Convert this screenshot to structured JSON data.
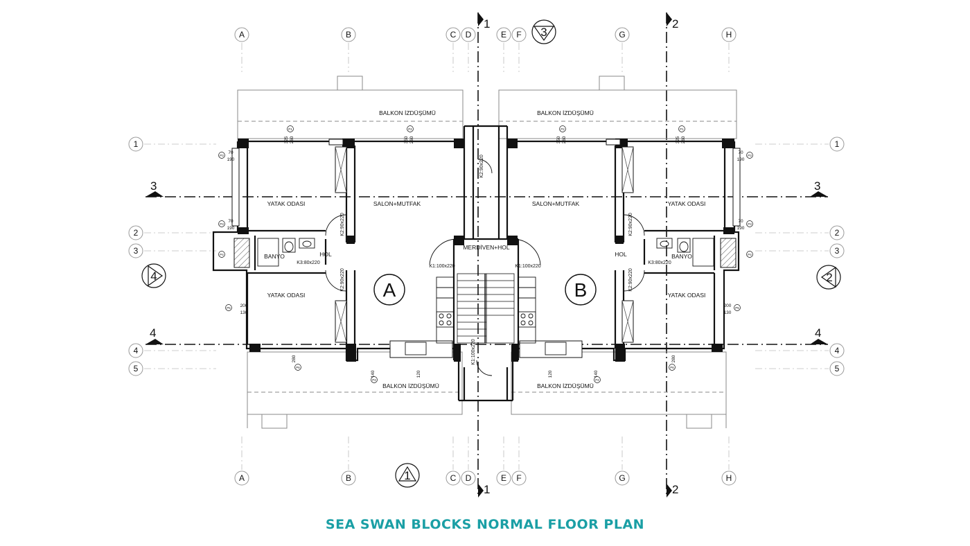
{
  "title": "SEA SWAN BLOCKS NORMAL FLOOR PLAN",
  "title_color": "#1a9fa5",
  "grid_columns": [
    "A",
    "B",
    "C",
    "D",
    "E",
    "F",
    "G",
    "H"
  ],
  "grid_rows": [
    "1",
    "2",
    "3",
    "4",
    "5"
  ],
  "section_marks": [
    "1",
    "2",
    "3",
    "4"
  ],
  "elevation_marks": [
    "1",
    "2",
    "3",
    "4"
  ],
  "units": [
    "A",
    "B"
  ],
  "rooms": {
    "bedroom": "YATAK ODASI",
    "living_kitchen": "SALON+MUTFAK",
    "hall": "HOL",
    "bathroom": "BANYO",
    "stair_hall": "MERDİVEN+HOL",
    "balcony": "BALKON İZDÜŞÜMÜ"
  },
  "doors": {
    "k1": "K1:100x220",
    "k2": "K2:90x220",
    "k3": "K3:80x220",
    "k1v": "K1:100x220"
  },
  "dimensions": {
    "d325": "325",
    "d350": "350",
    "d260": "260",
    "d70": "70",
    "d190": "190",
    "d200": "200",
    "d130": "130",
    "d280": "280",
    "d140": "140",
    "d120": "120",
    "d240": "240"
  },
  "window_tags": {
    "p1": "P1",
    "p2": "P2",
    "p3": "P3",
    "p4": "P4",
    "p5": "P5",
    "p6": "P6"
  }
}
